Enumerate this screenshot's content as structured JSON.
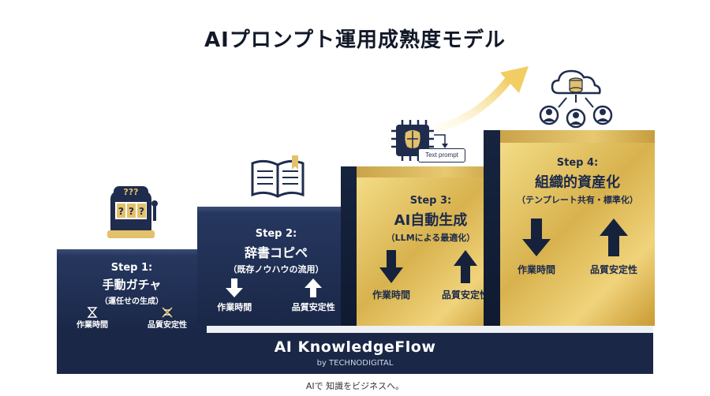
{
  "title": "AIプロンプト運用成熟度モデル",
  "steps": [
    {
      "label": "Step 1:",
      "name": "手動ガチャ",
      "sub": "（運任せの生成）",
      "time_label": "作業時間",
      "quality_label": "品質安定性",
      "icon": "slot-machine-icon"
    },
    {
      "label": "Step 2:",
      "name": "辞書コピペ",
      "sub": "（既存ノウハウの流用）",
      "time_label": "作業時間",
      "quality_label": "品質安定性",
      "icon": "open-book-icon"
    },
    {
      "label": "Step 3:",
      "name": "AI自動生成",
      "sub": "（LLMによる最適化）",
      "time_label": "作業時間",
      "quality_label": "品質安定性",
      "icon": "ai-chip-icon",
      "icon_caption": "Text prompt"
    },
    {
      "label": "Step 4:",
      "name": "組織的資産化",
      "sub": "（テンプレート共有・標準化）",
      "time_label": "作業時間",
      "quality_label": "品質安定性",
      "icon": "cloud-database-team-icon"
    }
  ],
  "base": {
    "brand": "AI KnowledgeFlow",
    "byline": "by TECHNODIGITAL"
  },
  "tagline": "AIで 知識をビジネスへ。",
  "colors": {
    "navy": "#1a2747",
    "gold": "#e0bd5e",
    "arrow_navy": "#16223c"
  }
}
